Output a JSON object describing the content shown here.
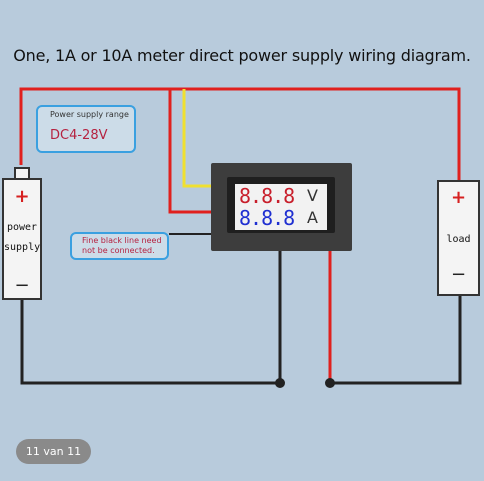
{
  "diagram": {
    "title": "One, 1A or 10A meter direct power supply wiring diagram.",
    "power_supply": {
      "plus": "+",
      "minus": "−",
      "label_line1": "power",
      "label_line2": "supply"
    },
    "load": {
      "plus": "+",
      "minus": "−",
      "label": "load"
    },
    "meter": {
      "volt_digits": "8.8.8",
      "volt_unit": "V",
      "amp_digits": "8.8.8",
      "amp_unit": "A"
    },
    "callout_range": {
      "title": "Power supply range",
      "value": "DC4-28V"
    },
    "callout_black": {
      "line1": "Fine black line need",
      "line2": "not be connected."
    },
    "colors": {
      "red_wire": "#e0201e",
      "black_wire": "#222222",
      "yellow_wire": "#f0e030",
      "callout_border": "#3aa0e0"
    }
  },
  "gallery": {
    "counter": "11 van 11"
  }
}
